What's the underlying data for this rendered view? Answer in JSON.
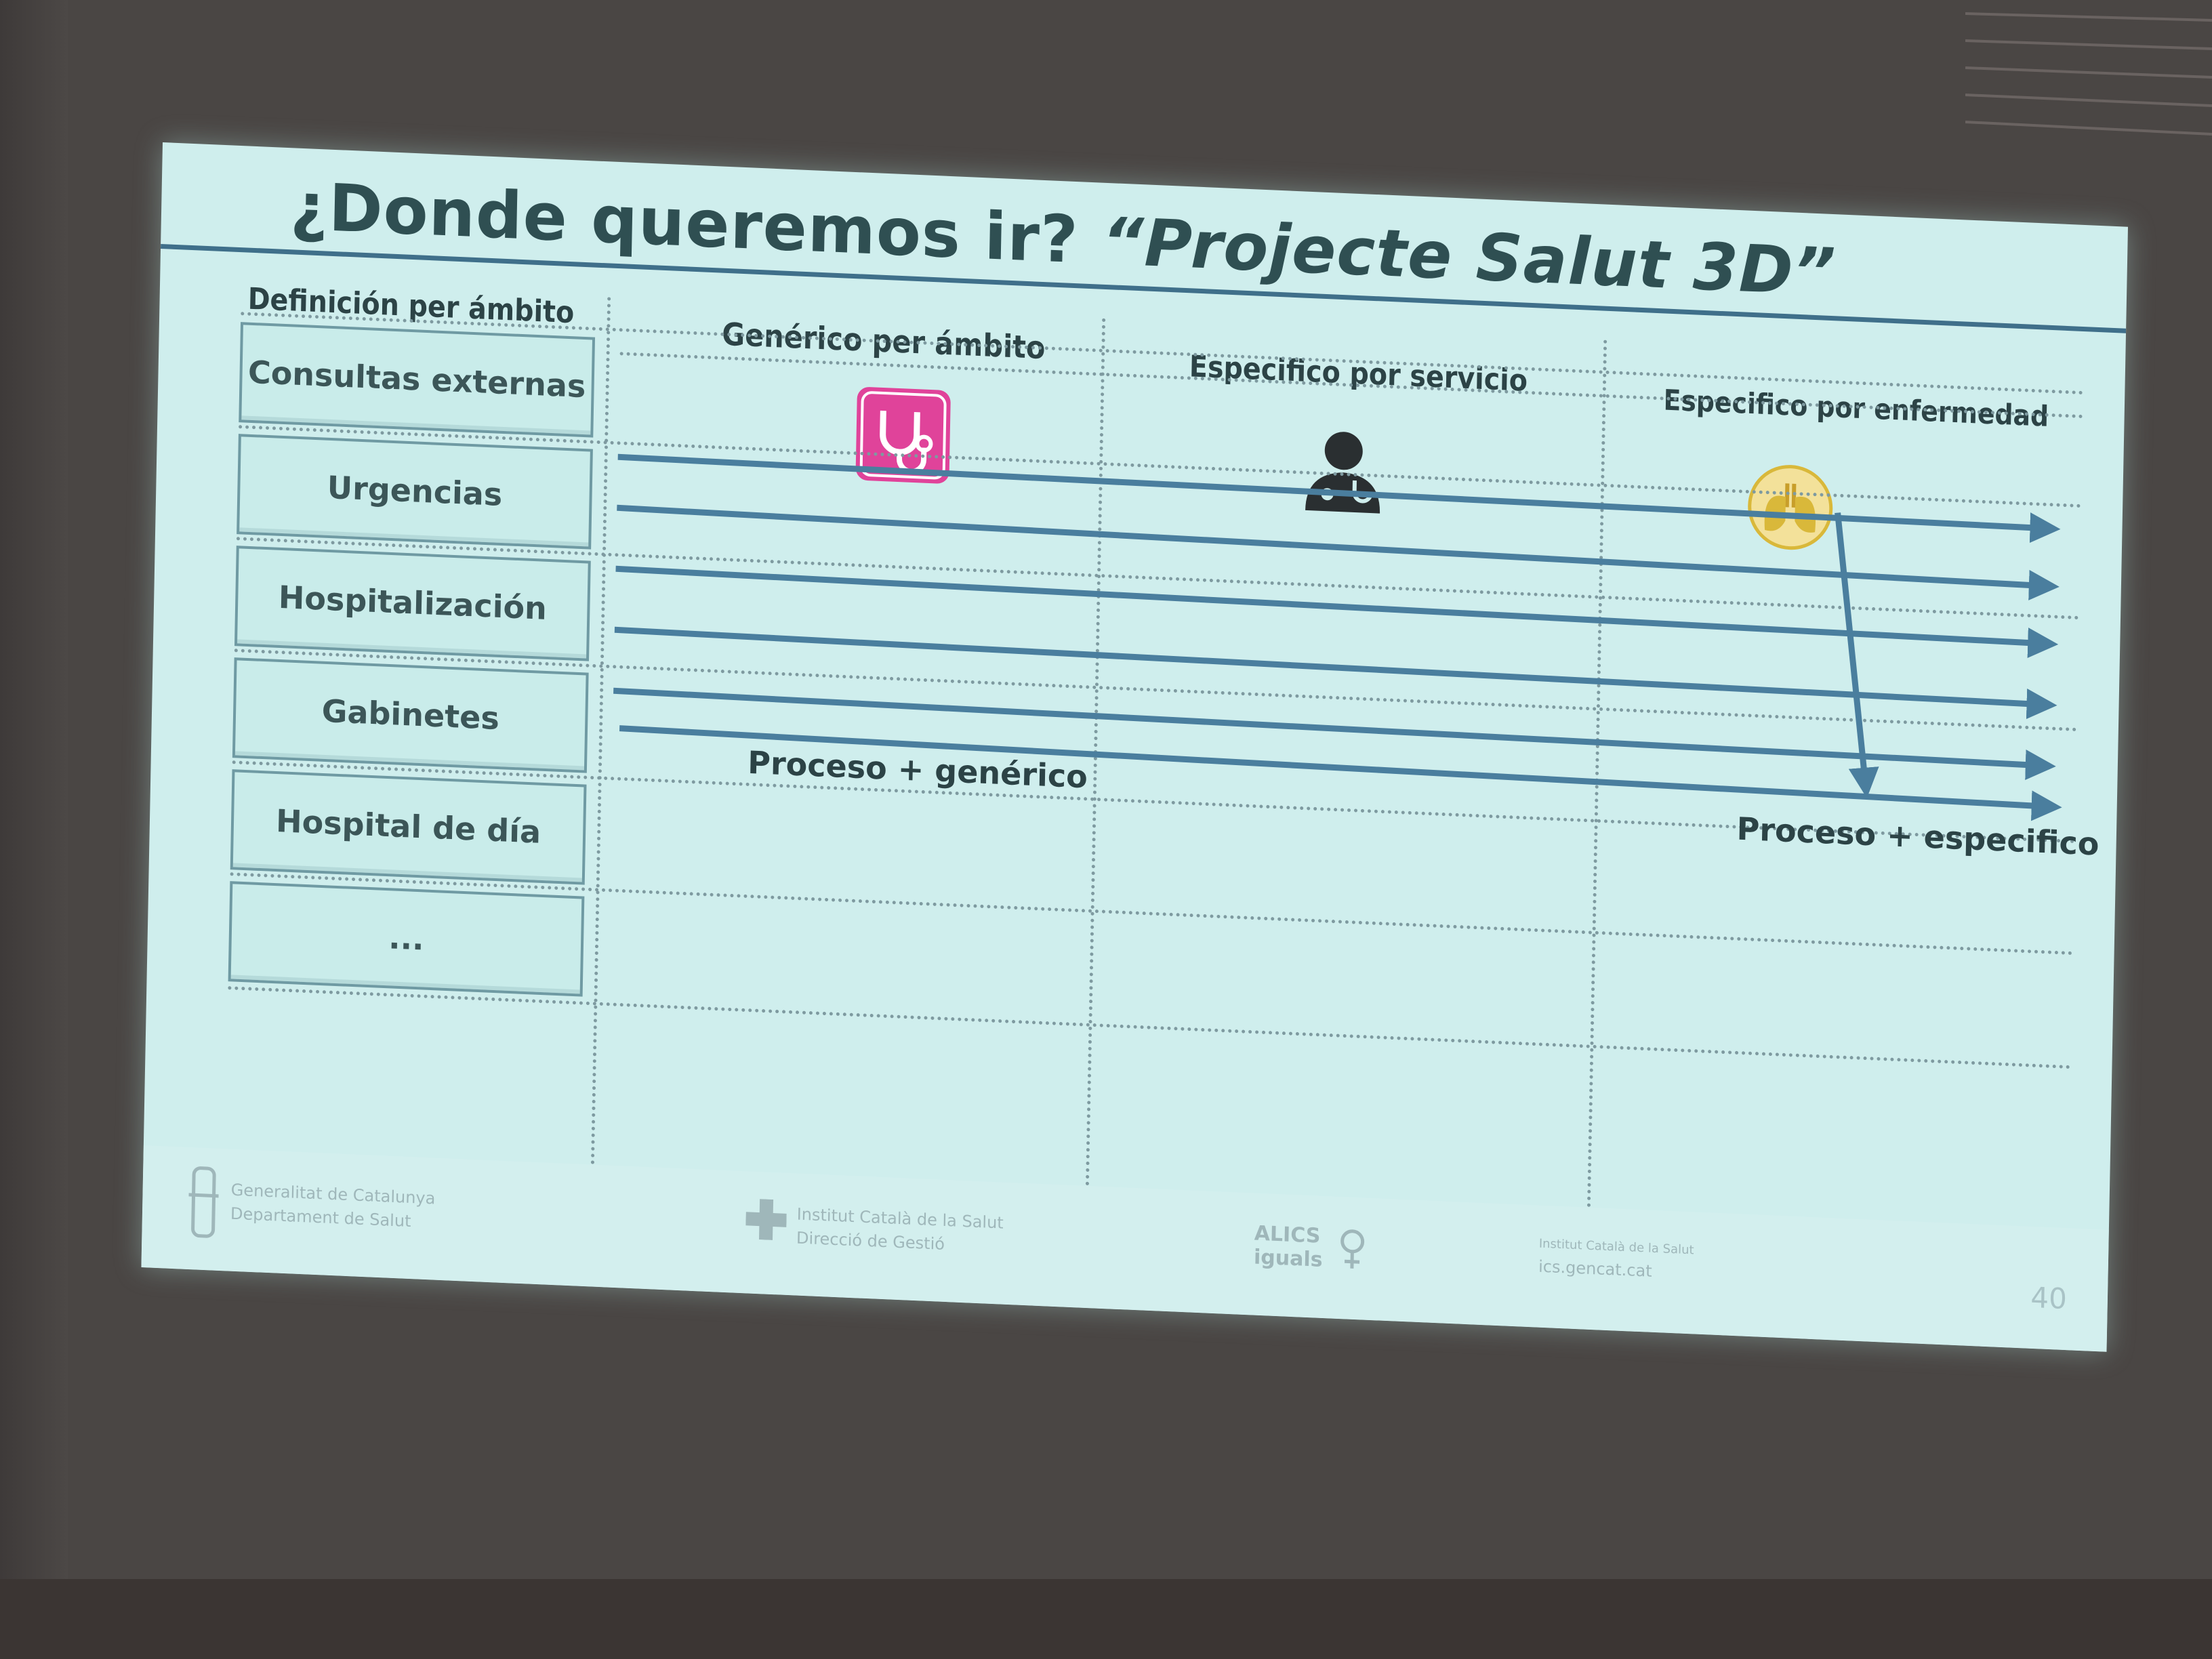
{
  "slide": {
    "title_prefix": "¿Donde queremos ir? ",
    "title_quoted": "“Projecte Salut 3D”",
    "columns": {
      "definition": "Definición per ámbito",
      "generic": "Genérico per ámbito",
      "service": "Especifico por servicio",
      "disease": "Especifico por enfermedad"
    },
    "rows": [
      "Consultas externas",
      "Urgencias",
      "Hospitalización",
      "Gabinetes",
      "Hospital de día",
      "..."
    ],
    "axis": {
      "left_label": "Proceso + genérico",
      "right_label": "Proceso + especifico"
    },
    "footer": {
      "gencat_line1": "Generalitat de Catalunya",
      "gencat_line2": "Departament de Salut",
      "ics_line1": "Institut Català de la Salut",
      "ics_line2": "Direcció de Gestió",
      "aliics": "ALICS",
      "iguals": "iguals",
      "institute_line1": "Institut Català de la Salut",
      "institute_line2": "ics.gencat.cat",
      "page_number": "40"
    }
  },
  "colors": {
    "slide_background": "#cfeeed",
    "arrow": "#4a7e9e",
    "generic_icon": "#e0439a",
    "service_icon": "#2a2f31",
    "disease_icon": "#d9b83a"
  },
  "icons": {
    "generic": "stethoscope-icon",
    "service": "doctor-icon",
    "disease": "lungs-icon"
  }
}
